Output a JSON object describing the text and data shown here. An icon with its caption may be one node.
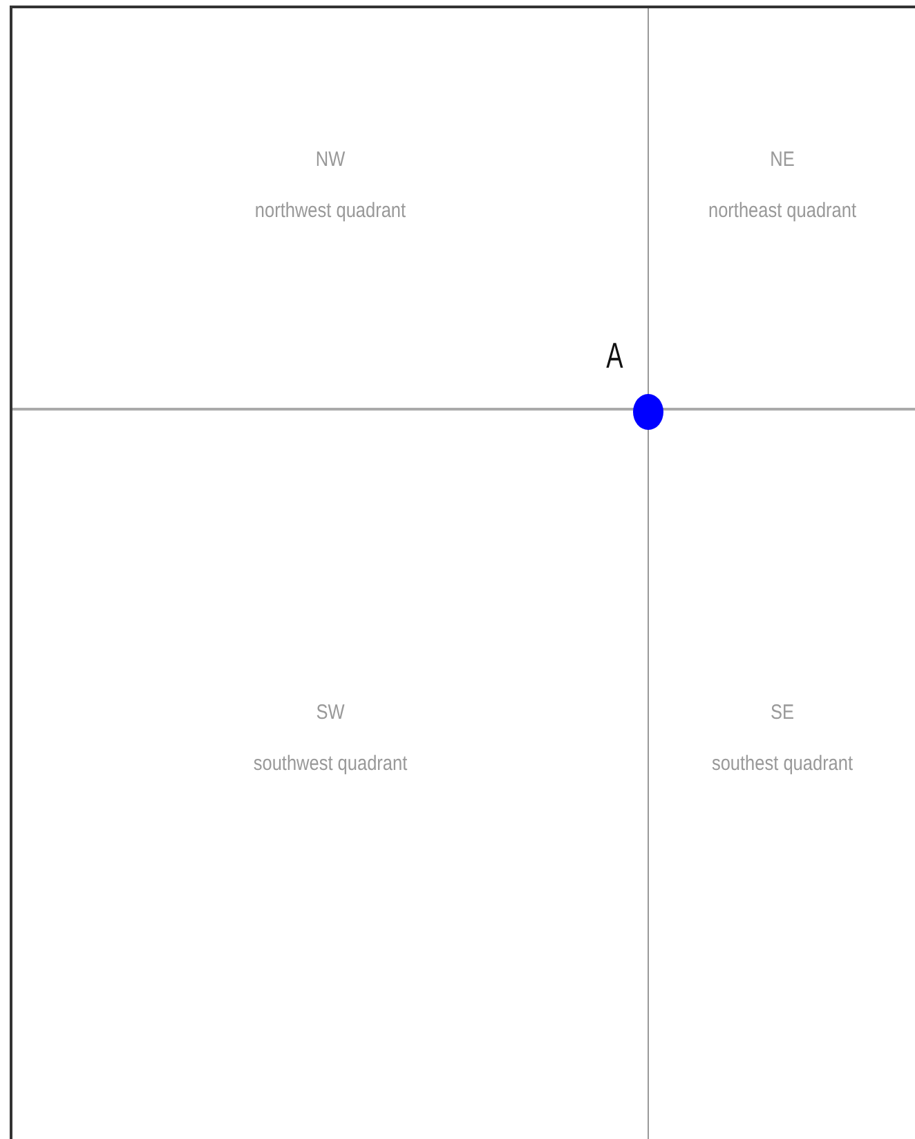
{
  "diagram": {
    "nodes": [
      {
        "text": [
          "NW",
          "northwest quadrant"
        ]
      },
      {
        "text": [
          "NE",
          "northeast quadrant"
        ]
      },
      {
        "text": [
          "SW",
          "southwest quadrant"
        ]
      },
      {
        "text": [
          "SE",
          "southest quadrant"
        ]
      },
      {
        "text": [],
        "shape": "circle",
        "beside": [
          "A"
        ]
      }
    ]
  }
}
